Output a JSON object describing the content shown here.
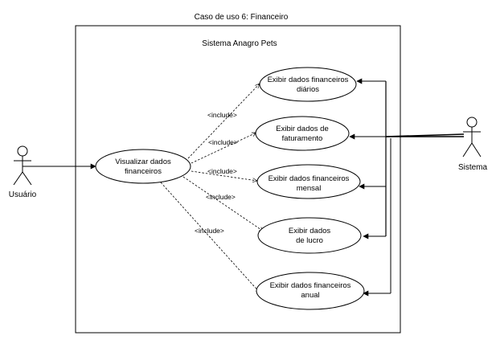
{
  "diagram": {
    "title": "Caso de uso 6:  Financeiro",
    "system_name": "Sistema Anagro Pets",
    "actors": {
      "user": "Usuário",
      "system": "Sistema"
    },
    "use_cases": {
      "main": [
        "Visualizar dados",
        "financeiros"
      ],
      "daily": [
        "Exibir dados financeiros",
        "diários"
      ],
      "billing": [
        "Exibir dados  de",
        "faturamento"
      ],
      "monthly": [
        "Exibir dados financeiros",
        "mensal"
      ],
      "profit": [
        "Exibir dados",
        "de lucro"
      ],
      "annual": [
        "Exibir dados financeiros",
        "anual"
      ]
    },
    "include_label": "<include>"
  },
  "colors": {
    "stroke": "#000000",
    "background": "#ffffff"
  },
  "icons": {
    "actor": "stick-figure-icon",
    "arrowhead": "open-arrow-icon"
  }
}
